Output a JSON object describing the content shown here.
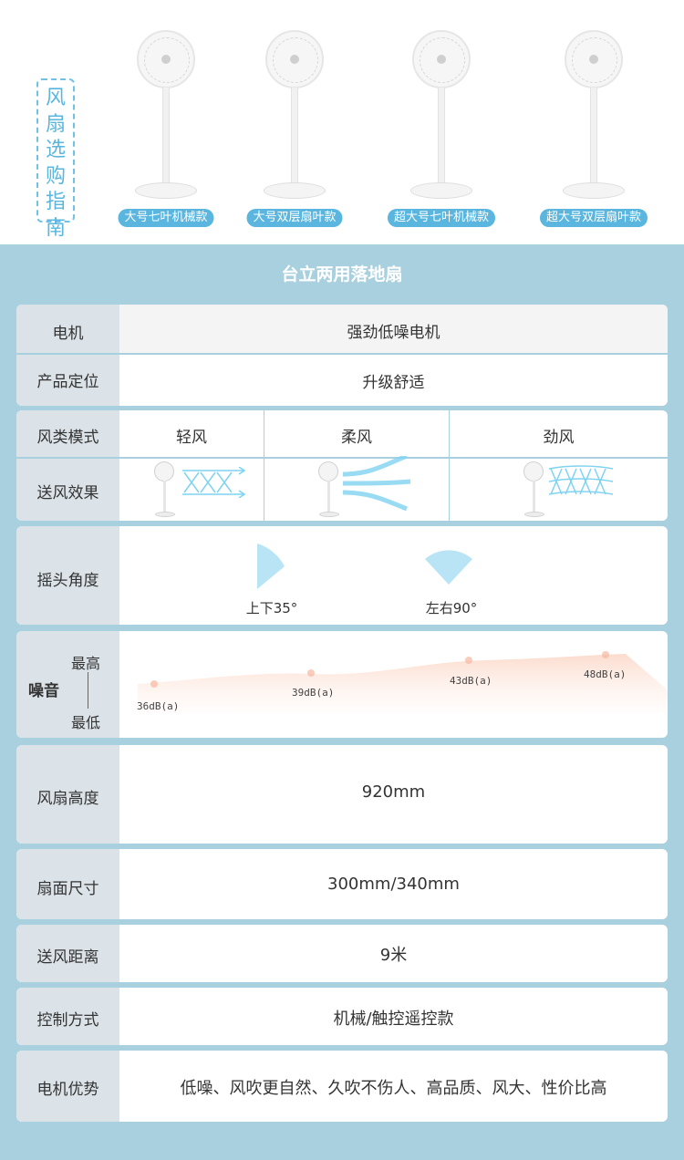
{
  "guide": {
    "title": "风扇选购指南"
  },
  "products": [
    {
      "label": "大号七叶机械款"
    },
    {
      "label": "大号双层扇叶款"
    },
    {
      "label": "超大号七叶机械款"
    },
    {
      "label": "超大号双层扇叶款"
    }
  ],
  "section_title": "台立两用落地扇",
  "motor": {
    "label": "电机",
    "value": "强劲低噪电机"
  },
  "position": {
    "label": "产品定位",
    "value": "升级舒适"
  },
  "wind_mode": {
    "label": "风类模式",
    "modes": [
      "轻风",
      "柔风",
      "劲风"
    ]
  },
  "wind_effect": {
    "label": "送风效果"
  },
  "swing": {
    "label": "摇头角度",
    "vertical": "上下35°",
    "horizontal": "左右90°"
  },
  "noise": {
    "label": "噪音",
    "high": "最高",
    "low": "最低",
    "values": [
      "36dB(a)",
      "39dB(a)",
      "43dB(a)",
      "48dB(a)"
    ]
  },
  "height": {
    "label": "风扇高度",
    "value": "920mm"
  },
  "size": {
    "label": "扇面尺寸",
    "value": "300mm/340mm"
  },
  "distance": {
    "label": "送风距离",
    "value": "9米"
  },
  "control": {
    "label": "控制方式",
    "value": "机械/触控遥控款"
  },
  "advantage": {
    "label": "电机优势",
    "value": "低噪、风吹更自然、久吹不伤人、高品质、风大、性价比高"
  },
  "colors": {
    "accent": "#5ab6df",
    "panel_bg": "#a9d0df",
    "label_bg": "#dbe3e8",
    "wind": "#7fd3f0"
  }
}
